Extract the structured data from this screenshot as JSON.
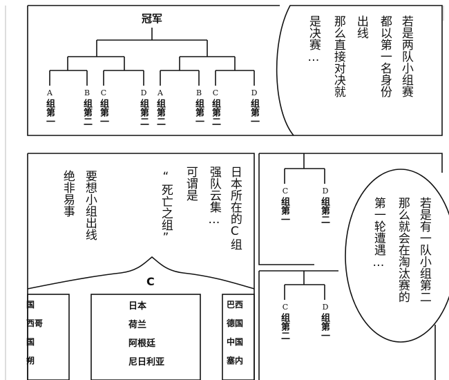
{
  "panel1": {
    "champion": "冠军",
    "brackets": [
      {
        "letter": "A",
        "rank": "组第一"
      },
      {
        "letter": "B",
        "rank": "组第二"
      },
      {
        "letter": "C",
        "rank": "组第一"
      },
      {
        "letter": "D",
        "rank": "组第二"
      },
      {
        "letter": "A",
        "rank": "组第二"
      },
      {
        "letter": "B",
        "rank": "组第一"
      },
      {
        "letter": "C",
        "rank": "组第二"
      },
      {
        "letter": "D",
        "rank": "组第一"
      }
    ],
    "narration": [
      "若是两队小组赛",
      "都以第一名身份",
      "出线",
      "那么直接对决就",
      "是决赛…"
    ]
  },
  "panel2": {
    "narration": [
      "日本所在的C组",
      "强队云集…",
      "可谓是",
      "“死亡之组”",
      "要想小组出线",
      "绝非易事"
    ],
    "group_label": "C",
    "teams_center": [
      "日本",
      "荷兰",
      "阿根廷",
      "尼日利亚"
    ],
    "teams_left": [
      "国",
      "西哥",
      "国",
      "朔"
    ],
    "teams_right": [
      "巴西",
      "德国",
      "中国",
      "塞内"
    ]
  },
  "panel3": {
    "top": {
      "left_letter": "C",
      "left_rank": "组第一",
      "right_letter": "D",
      "right_rank": "组第二"
    },
    "bottom": {
      "left_letter": "C",
      "left_rank": "组第二",
      "right_letter": "D",
      "right_rank": "组第一"
    },
    "narration": [
      "若是有一队小组第二",
      "那么就会在淘汰赛的",
      "第一轮遭遇…"
    ]
  }
}
